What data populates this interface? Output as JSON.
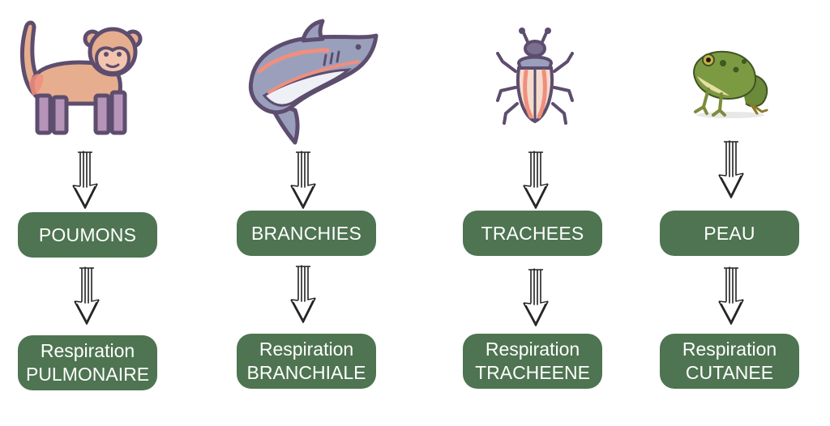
{
  "columns": [
    {
      "animal": "monkey",
      "animal_icon": "monkey-icon",
      "organ": "POUMONS",
      "respiration_line1": "Respiration",
      "respiration_line2": "PULMONAIRE"
    },
    {
      "animal": "shark",
      "animal_icon": "shark-icon",
      "organ": "BRANCHIES",
      "respiration_line1": "Respiration",
      "respiration_line2": "BRANCHIALE"
    },
    {
      "animal": "beetle",
      "animal_icon": "beetle-icon",
      "organ": "TRACHEES",
      "respiration_line1": "Respiration",
      "respiration_line2": "TRACHEENE"
    },
    {
      "animal": "frog",
      "animal_icon": "frog-icon",
      "organ": "PEAU",
      "respiration_line1": "Respiration",
      "respiration_line2": "CUTANEE"
    }
  ],
  "colors": {
    "pill_background": "#4e7451",
    "pill_text": "#ffffff",
    "arrow_stroke": "#222222"
  }
}
